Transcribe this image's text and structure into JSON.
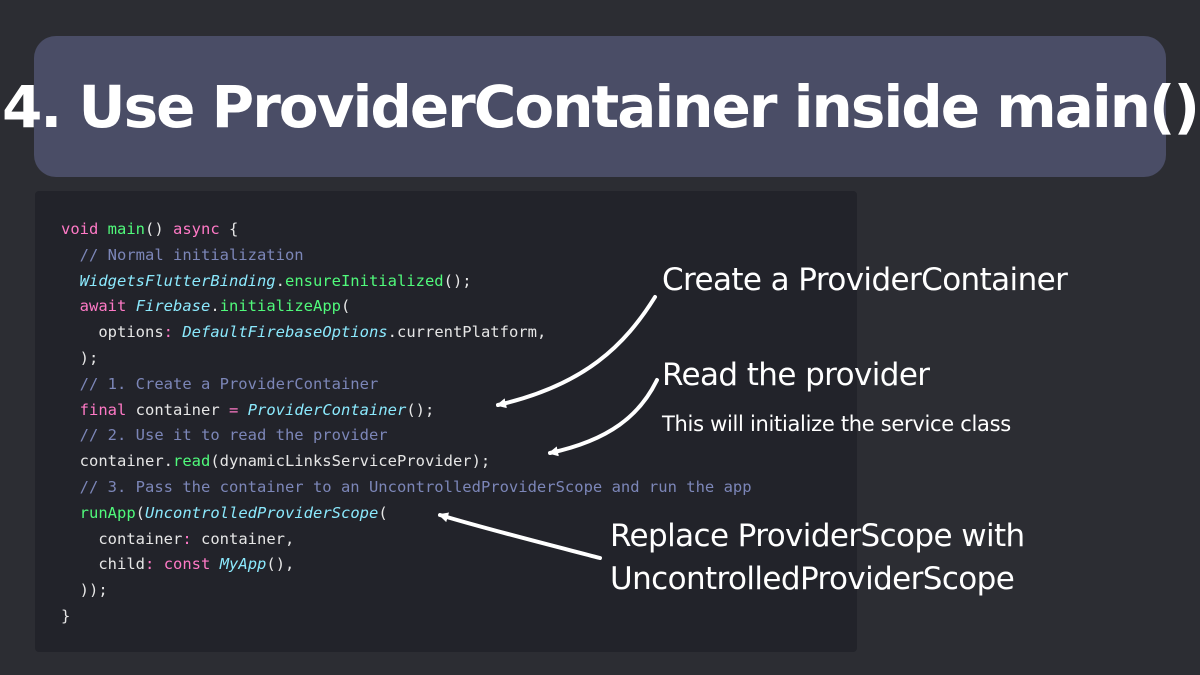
{
  "title": "4. Use ProviderContainer inside main()",
  "code": {
    "lines": [
      [
        {
          "t": "kw",
          "v": "void"
        },
        {
          "t": "pl",
          "v": " "
        },
        {
          "t": "fn",
          "v": "main"
        },
        {
          "t": "pl",
          "v": "() "
        },
        {
          "t": "kw",
          "v": "async"
        },
        {
          "t": "pl",
          "v": " {"
        }
      ],
      [
        {
          "t": "pl",
          "v": "  "
        },
        {
          "t": "cm",
          "v": "// Normal initialization"
        }
      ],
      [
        {
          "t": "pl",
          "v": "  "
        },
        {
          "t": "ty",
          "v": "WidgetsFlutterBinding"
        },
        {
          "t": "pl",
          "v": "."
        },
        {
          "t": "fn",
          "v": "ensureInitialized"
        },
        {
          "t": "pl",
          "v": "();"
        }
      ],
      [
        {
          "t": "pl",
          "v": "  "
        },
        {
          "t": "kw",
          "v": "await"
        },
        {
          "t": "pl",
          "v": " "
        },
        {
          "t": "ty",
          "v": "Firebase"
        },
        {
          "t": "pl",
          "v": "."
        },
        {
          "t": "fn",
          "v": "initializeApp"
        },
        {
          "t": "pl",
          "v": "("
        }
      ],
      [
        {
          "t": "pl",
          "v": "    options"
        },
        {
          "t": "kw",
          "v": ":"
        },
        {
          "t": "pl",
          "v": " "
        },
        {
          "t": "ty",
          "v": "DefaultFirebaseOptions"
        },
        {
          "t": "pl",
          "v": ".currentPlatform,"
        }
      ],
      [
        {
          "t": "pl",
          "v": "  );"
        }
      ],
      [
        {
          "t": "pl",
          "v": "  "
        },
        {
          "t": "cm",
          "v": "// 1. Create a ProviderContainer"
        }
      ],
      [
        {
          "t": "pl",
          "v": "  "
        },
        {
          "t": "kw",
          "v": "final"
        },
        {
          "t": "pl",
          "v": " container "
        },
        {
          "t": "kw",
          "v": "="
        },
        {
          "t": "pl",
          "v": " "
        },
        {
          "t": "ty",
          "v": "ProviderContainer"
        },
        {
          "t": "pl",
          "v": "();"
        }
      ],
      [
        {
          "t": "pl",
          "v": "  "
        },
        {
          "t": "cm",
          "v": "// 2. Use it to read the provider"
        }
      ],
      [
        {
          "t": "pl",
          "v": "  container."
        },
        {
          "t": "fn",
          "v": "read"
        },
        {
          "t": "pl",
          "v": "(dynamicLinksServiceProvider);"
        }
      ],
      [
        {
          "t": "pl",
          "v": "  "
        },
        {
          "t": "cm",
          "v": "// 3. Pass the container to an UncontrolledProviderScope and run the app"
        }
      ],
      [
        {
          "t": "pl",
          "v": "  "
        },
        {
          "t": "fn",
          "v": "runApp"
        },
        {
          "t": "pl",
          "v": "("
        },
        {
          "t": "ty",
          "v": "UncontrolledProviderScope"
        },
        {
          "t": "pl",
          "v": "("
        }
      ],
      [
        {
          "t": "pl",
          "v": "    container"
        },
        {
          "t": "kw",
          "v": ":"
        },
        {
          "t": "pl",
          "v": " container,"
        }
      ],
      [
        {
          "t": "pl",
          "v": "    child"
        },
        {
          "t": "kw",
          "v": ":"
        },
        {
          "t": "pl",
          "v": " "
        },
        {
          "t": "kw",
          "v": "const"
        },
        {
          "t": "pl",
          "v": " "
        },
        {
          "t": "ty",
          "v": "MyApp"
        },
        {
          "t": "pl",
          "v": "(),"
        }
      ],
      [
        {
          "t": "pl",
          "v": "  ));"
        }
      ],
      [
        {
          "t": "pl",
          "v": "}"
        }
      ]
    ]
  },
  "annotations": {
    "create": "Create a ProviderContainer",
    "read": "Read the provider",
    "read_sub": "This will initialize the service class",
    "replace_line1": "Replace ProviderScope with",
    "replace_line2": "UncontrolledProviderScope"
  },
  "colors": {
    "background": "#2c2d33",
    "title_box": "#4a4d66",
    "code_panel": "#22232a",
    "keyword": "#ff79c6",
    "function": "#50fa7b",
    "type": "#8be9fd",
    "comment": "#7c86b8",
    "text": "#e6e6e6"
  }
}
